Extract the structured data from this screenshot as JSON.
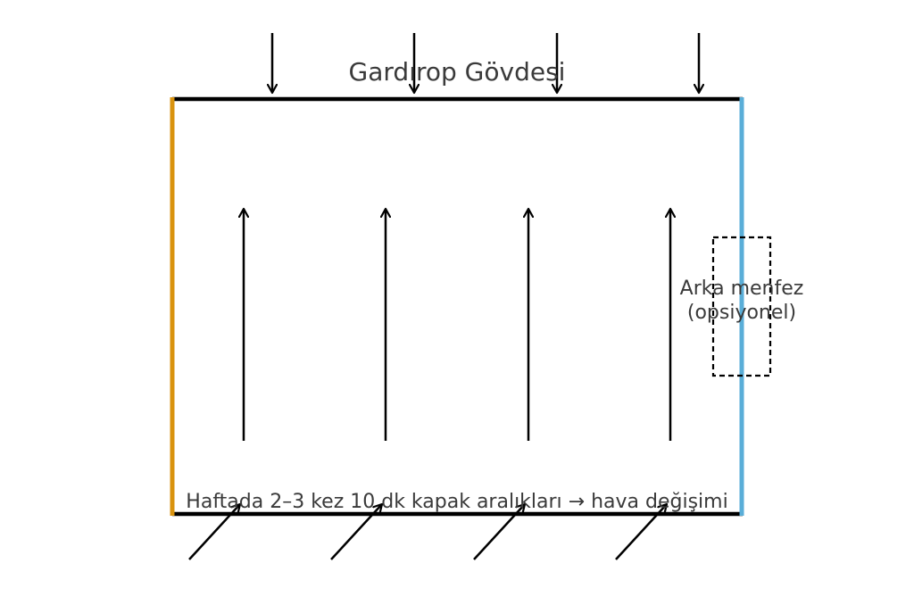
{
  "title": "Gardırop Gövdesi",
  "vent_label_line1": "Arka menfez",
  "vent_label_line2": "(opsiyonel)",
  "bottom_note": "Haftada 2–3 kez 10 dk kapak aralıkları → hava değişimi",
  "colors": {
    "body_outline": "#000000",
    "left_wall": "#d9930f",
    "right_wall": "#5aaed8",
    "text": "#3a3a3a"
  }
}
